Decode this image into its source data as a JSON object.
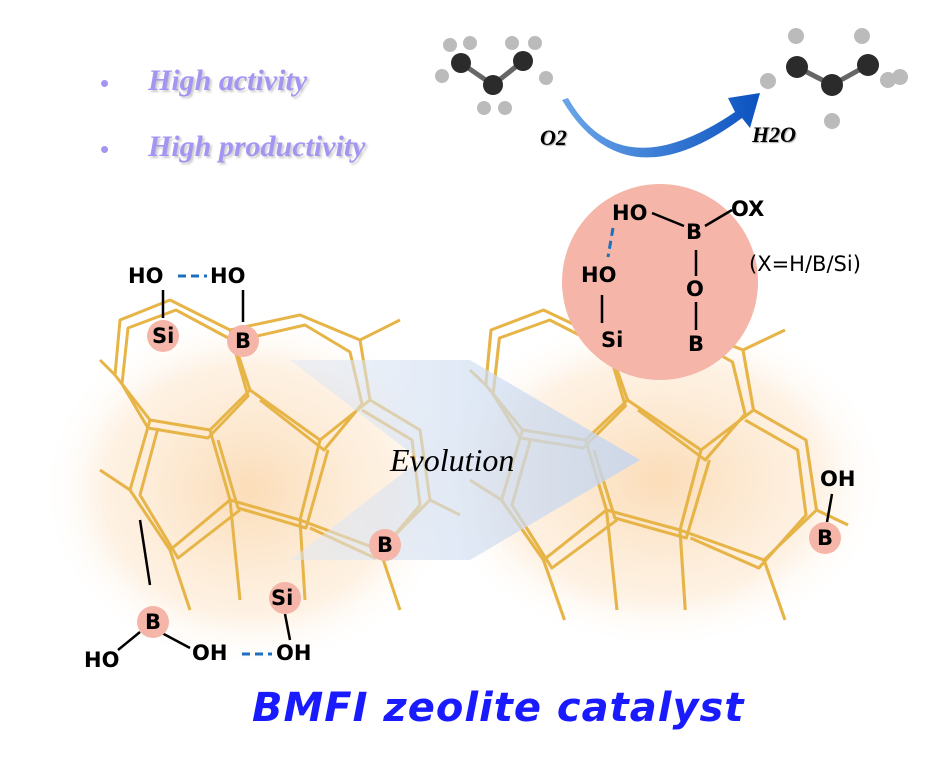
{
  "bullets": [
    "High activity",
    "High productivity"
  ],
  "reaction": {
    "reactant_label": "O2",
    "product_label": "H2O"
  },
  "left_site": {
    "top_pair": {
      "left": "HO",
      "right": "HO",
      "si": "Si",
      "b": "B"
    },
    "mid_b": "B",
    "bottom": {
      "b": "B",
      "ho": "HO",
      "oh1": "OH",
      "oh2": "OH",
      "si": "Si"
    }
  },
  "evolution_label": "Evolution",
  "right_site": {
    "ho_top": "HO",
    "b_top": "B",
    "ox": "OX",
    "ho_mid": "HO",
    "o": "O",
    "si": "Si",
    "b_bottom": "B",
    "note": "(X=H/B/Si)",
    "oh": "OH",
    "b_side": "B"
  },
  "title": "BMFI zeolite catalyst",
  "colors": {
    "bullet": "#a595f2",
    "title": "#1a1aff",
    "atom_circle": "#f5b5a8",
    "framework": "#e6b447",
    "arrow": "#1565c8"
  }
}
